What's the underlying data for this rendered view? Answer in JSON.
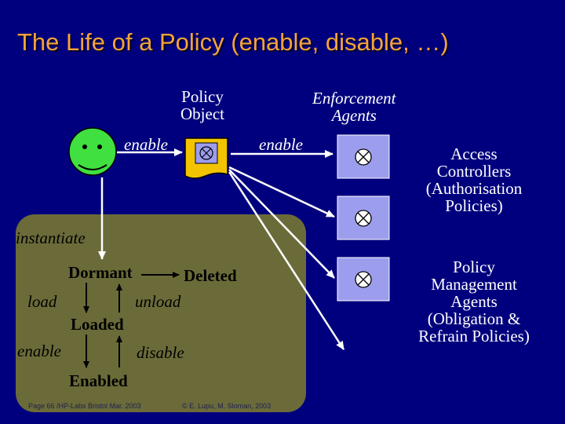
{
  "title": "The Life of a Policy (enable, disable, …)",
  "labels": {
    "policy_object": "Policy\nObject",
    "enforcement_agents": "Enforcement\nAgents",
    "enable_left": "enable",
    "enable_right": "enable",
    "instantiate": "instantiate",
    "access_controllers": "Access\nControllers\n(Authorisation\nPolicies)",
    "policy_management_agents": "Policy\nManagement\nAgents\n(Obligation &\nRefrain Policies)"
  },
  "states": {
    "dormant": "Dormant",
    "deleted": "Deleted",
    "loaded": "Loaded",
    "enabled": "Enabled"
  },
  "transitions": {
    "load": "load",
    "unload": "unload",
    "enable": "enable",
    "disable": "disable"
  },
  "footer": {
    "left": "Page 66 /HP-Labs Bristol Mar. 2003",
    "right": "© E. Lupu, M. Sloman, 2003"
  },
  "colors": {
    "background": "#00007e",
    "title": "#f4a33a",
    "state_box": "#6b6b3a",
    "agent_box": "#9d9dee",
    "smiley": "#40e040",
    "policy_doc": "#f2c400"
  }
}
